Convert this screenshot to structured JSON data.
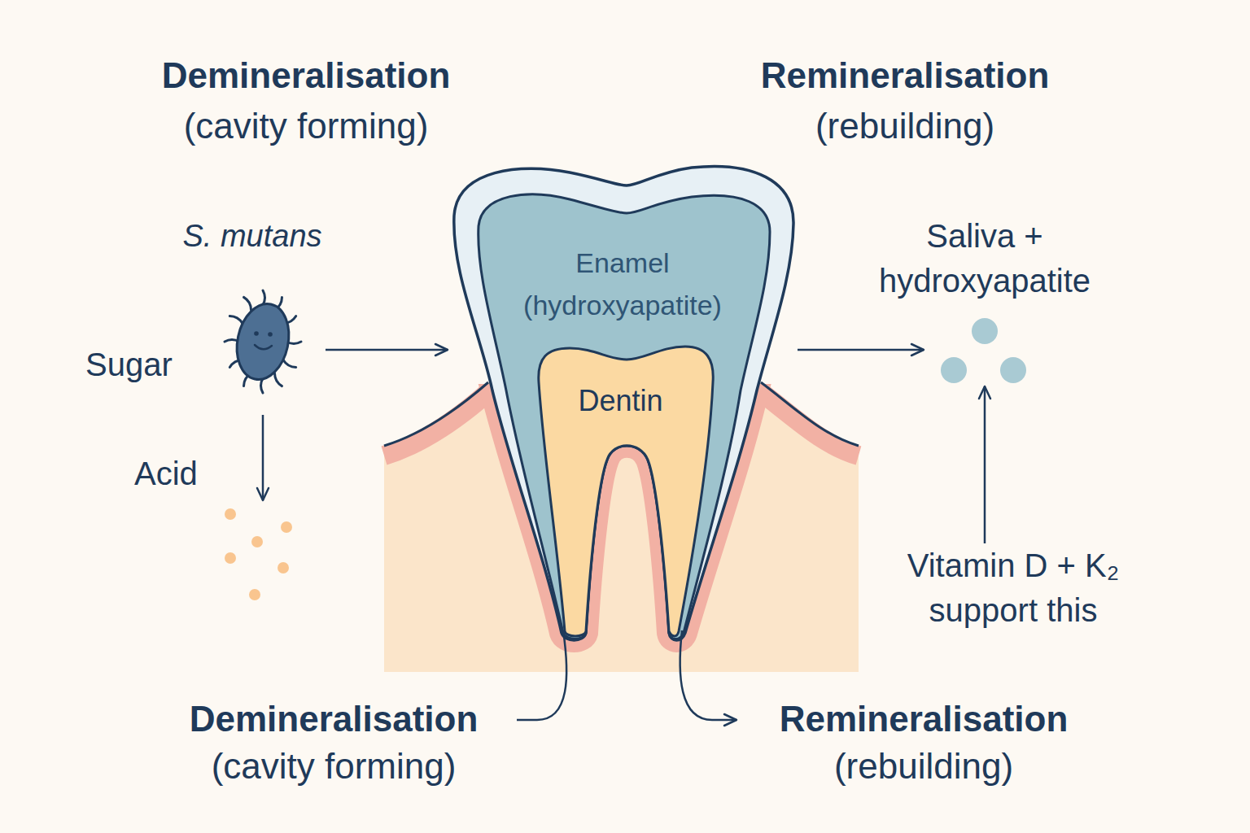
{
  "diagram": {
    "nodes": [
      {
        "text": [
          "S. mutans"
        ]
      },
      {
        "text": [
          "Acid"
        ]
      },
      {
        "text": [
          "Enamel (hydroxyapatite)"
        ]
      },
      {
        "text": [
          "Dentin"
        ],
        "in": 2
      },
      {
        "text": [
          "Saliva + hydroxyapatite"
        ]
      },
      {
        "text": [
          "Vitamin D + K₂ support this"
        ]
      }
    ],
    "edges": [
      {
        "from": 0,
        "to": 2,
        "arrow": "to"
      },
      {
        "from": 0,
        "to": 1,
        "arrow": "to"
      },
      {
        "from": 2,
        "to": 4,
        "arrow": "to"
      },
      {
        "from": 5,
        "to": 4,
        "arrow": "to"
      }
    ],
    "labels": [
      "Demineralisation (cavity forming)",
      "Remineralisation (rebuilding)",
      "Sugar",
      "Demineralisation (cavity forming)",
      "Remineralisation (rebuilding)"
    ]
  }
}
